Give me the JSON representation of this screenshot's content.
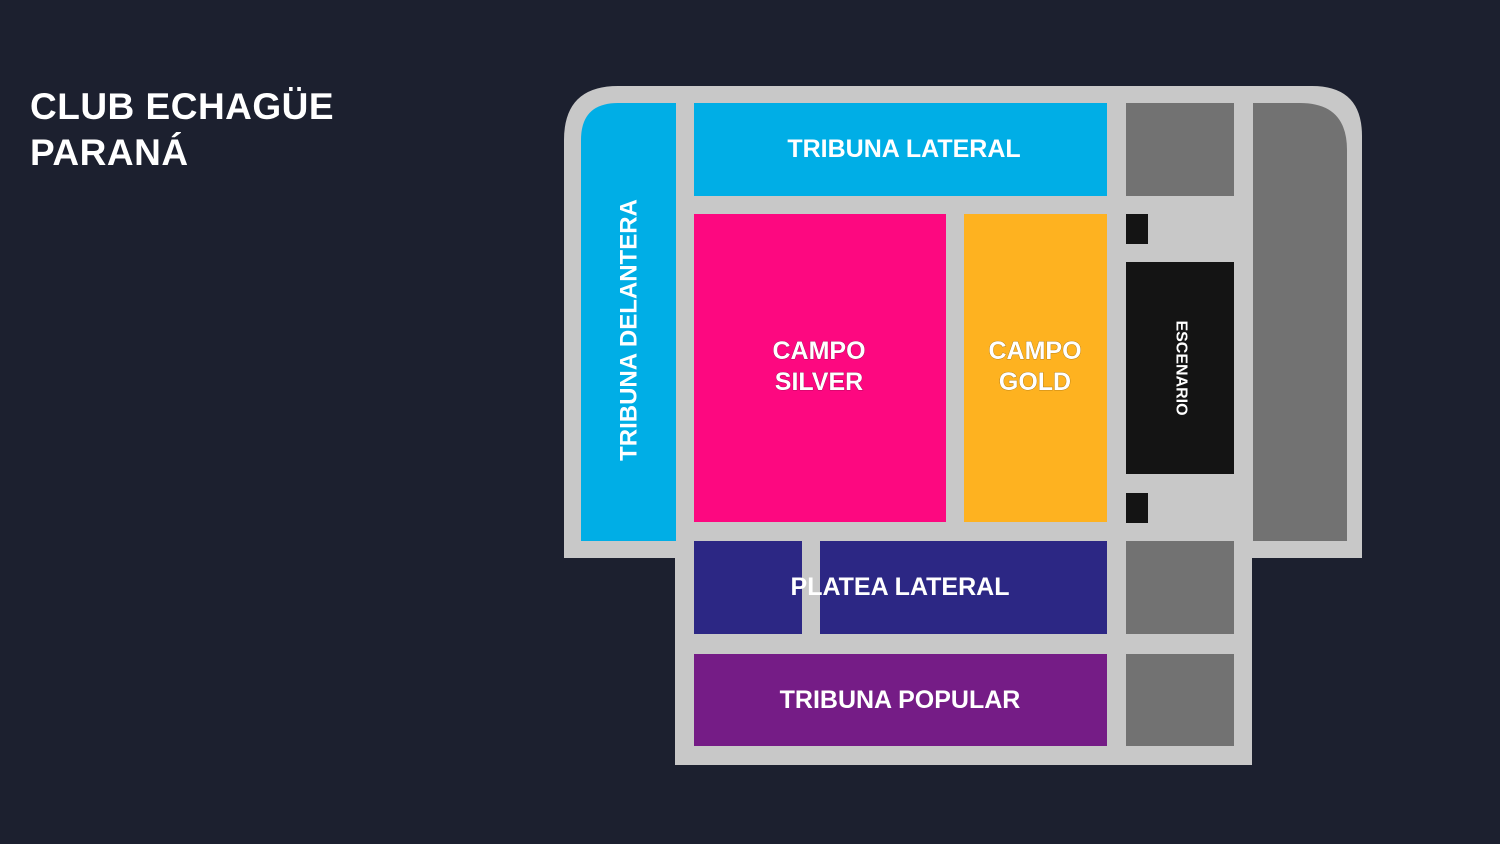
{
  "venue": {
    "name_line1": "CLUB ECHAGÜE",
    "name_line2": "PARANÁ"
  },
  "sections": {
    "tribuna_lateral": {
      "label": "TRIBUNA LATERAL",
      "color": "#00aee6"
    },
    "tribuna_delantera": {
      "label": "TRIBUNA DELANTERA",
      "color": "#00aee6"
    },
    "campo_silver": {
      "label_line1": "CAMPO",
      "label_line2": "SILVER",
      "color": "#fd0880"
    },
    "campo_gold": {
      "label_line1": "CAMPO",
      "label_line2": "GOLD",
      "color": "#feb220"
    },
    "escenario": {
      "label": "ESCENARIO",
      "color": "#141414"
    },
    "platea_lateral": {
      "label": "PLATEA LATERAL",
      "color": "#2c2784"
    },
    "tribuna_popular": {
      "label": "TRIBUNA POPULAR",
      "color": "#751c86"
    }
  },
  "colors": {
    "background": "#1c202f",
    "structure": "#c8c8c8",
    "unavailable": "#727272"
  }
}
